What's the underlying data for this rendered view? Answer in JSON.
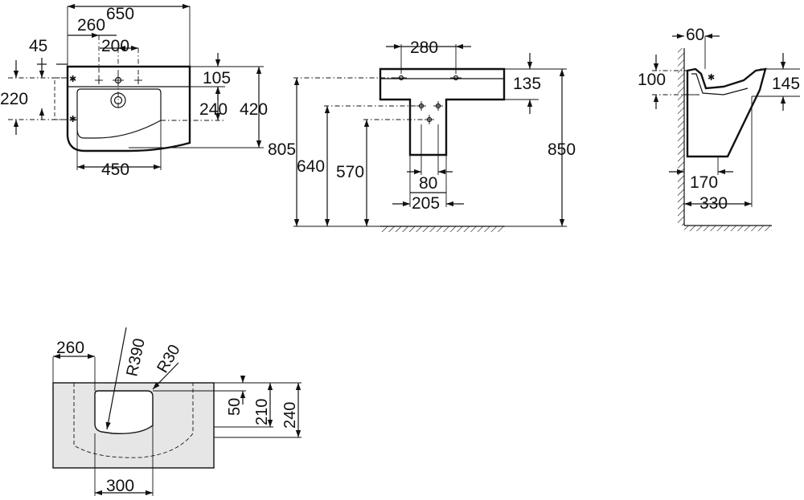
{
  "front_view": {
    "width_total": "650",
    "tap_offset": "260",
    "tap_spacing": "200",
    "side_offset": "45",
    "side_height": "220",
    "top_height": "105",
    "basin_depth": "240",
    "depth_total": "420",
    "bottom_width": "450"
  },
  "elevation_view": {
    "width": "280",
    "top_thickness": "135",
    "height_805": "805",
    "height_640": "640",
    "height_570": "570",
    "height_850": "850",
    "pedestal_80": "80",
    "pedestal_205": "205"
  },
  "side_view": {
    "wall_60": "60",
    "height_100": "100",
    "height_145": "145",
    "depth_170": "170",
    "depth_330": "330"
  },
  "plan_view": {
    "offset_260": "260",
    "radius_large": "R390",
    "radius_small": "R30",
    "h_50": "50",
    "h_210": "210",
    "h_240": "240",
    "w_300": "300"
  }
}
